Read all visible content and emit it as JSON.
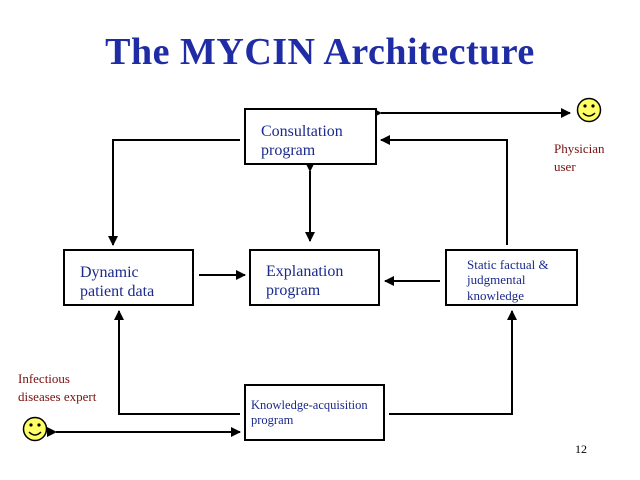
{
  "title": "The MYCIN Architecture",
  "boxes": {
    "consultation": [
      "Consultation",
      "program"
    ],
    "dynamic": [
      "Dynamic",
      "patient data"
    ],
    "explanation": [
      "Explanation",
      "program"
    ],
    "static": [
      "Static factual &",
      "judgmental",
      "knowledge"
    ],
    "knowledge_acquisition": [
      "Knowledge-acquisition",
      "program"
    ]
  },
  "actors": {
    "physician": [
      "Physician",
      "user"
    ],
    "expert": [
      "Infectious",
      "diseases expert"
    ]
  },
  "icons": {
    "actor": "smiley-face-icon"
  },
  "colors": {
    "title": "#1f2ca6",
    "box_text": "#1a2a8c",
    "actor_text": "#7a1010",
    "smiley_fill": "#ffff66"
  },
  "page_number": "12"
}
